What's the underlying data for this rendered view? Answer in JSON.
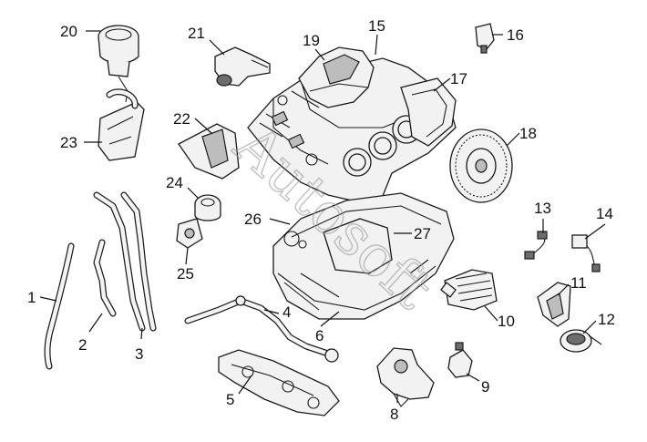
{
  "watermark": "Autosoft",
  "callouts": [
    {
      "id": "1",
      "text": "1"
    },
    {
      "id": "2",
      "text": "2"
    },
    {
      "id": "3",
      "text": "3"
    },
    {
      "id": "4",
      "text": "4"
    },
    {
      "id": "5",
      "text": "5"
    },
    {
      "id": "6",
      "text": "6"
    },
    {
      "id": "8",
      "text": "8"
    },
    {
      "id": "9",
      "text": "9"
    },
    {
      "id": "10",
      "text": "10"
    },
    {
      "id": "11",
      "text": "11"
    },
    {
      "id": "12",
      "text": "12"
    },
    {
      "id": "13",
      "text": "13"
    },
    {
      "id": "14",
      "text": "14"
    },
    {
      "id": "15",
      "text": "15"
    },
    {
      "id": "16",
      "text": "16"
    },
    {
      "id": "17",
      "text": "17"
    },
    {
      "id": "18",
      "text": "18"
    },
    {
      "id": "19",
      "text": "19"
    },
    {
      "id": "20",
      "text": "20"
    },
    {
      "id": "21",
      "text": "21"
    },
    {
      "id": "22",
      "text": "22"
    },
    {
      "id": "23",
      "text": "23"
    },
    {
      "id": "24",
      "text": "24"
    },
    {
      "id": "25",
      "text": "25"
    },
    {
      "id": "26",
      "text": "26"
    },
    {
      "id": "27",
      "text": "27"
    }
  ]
}
